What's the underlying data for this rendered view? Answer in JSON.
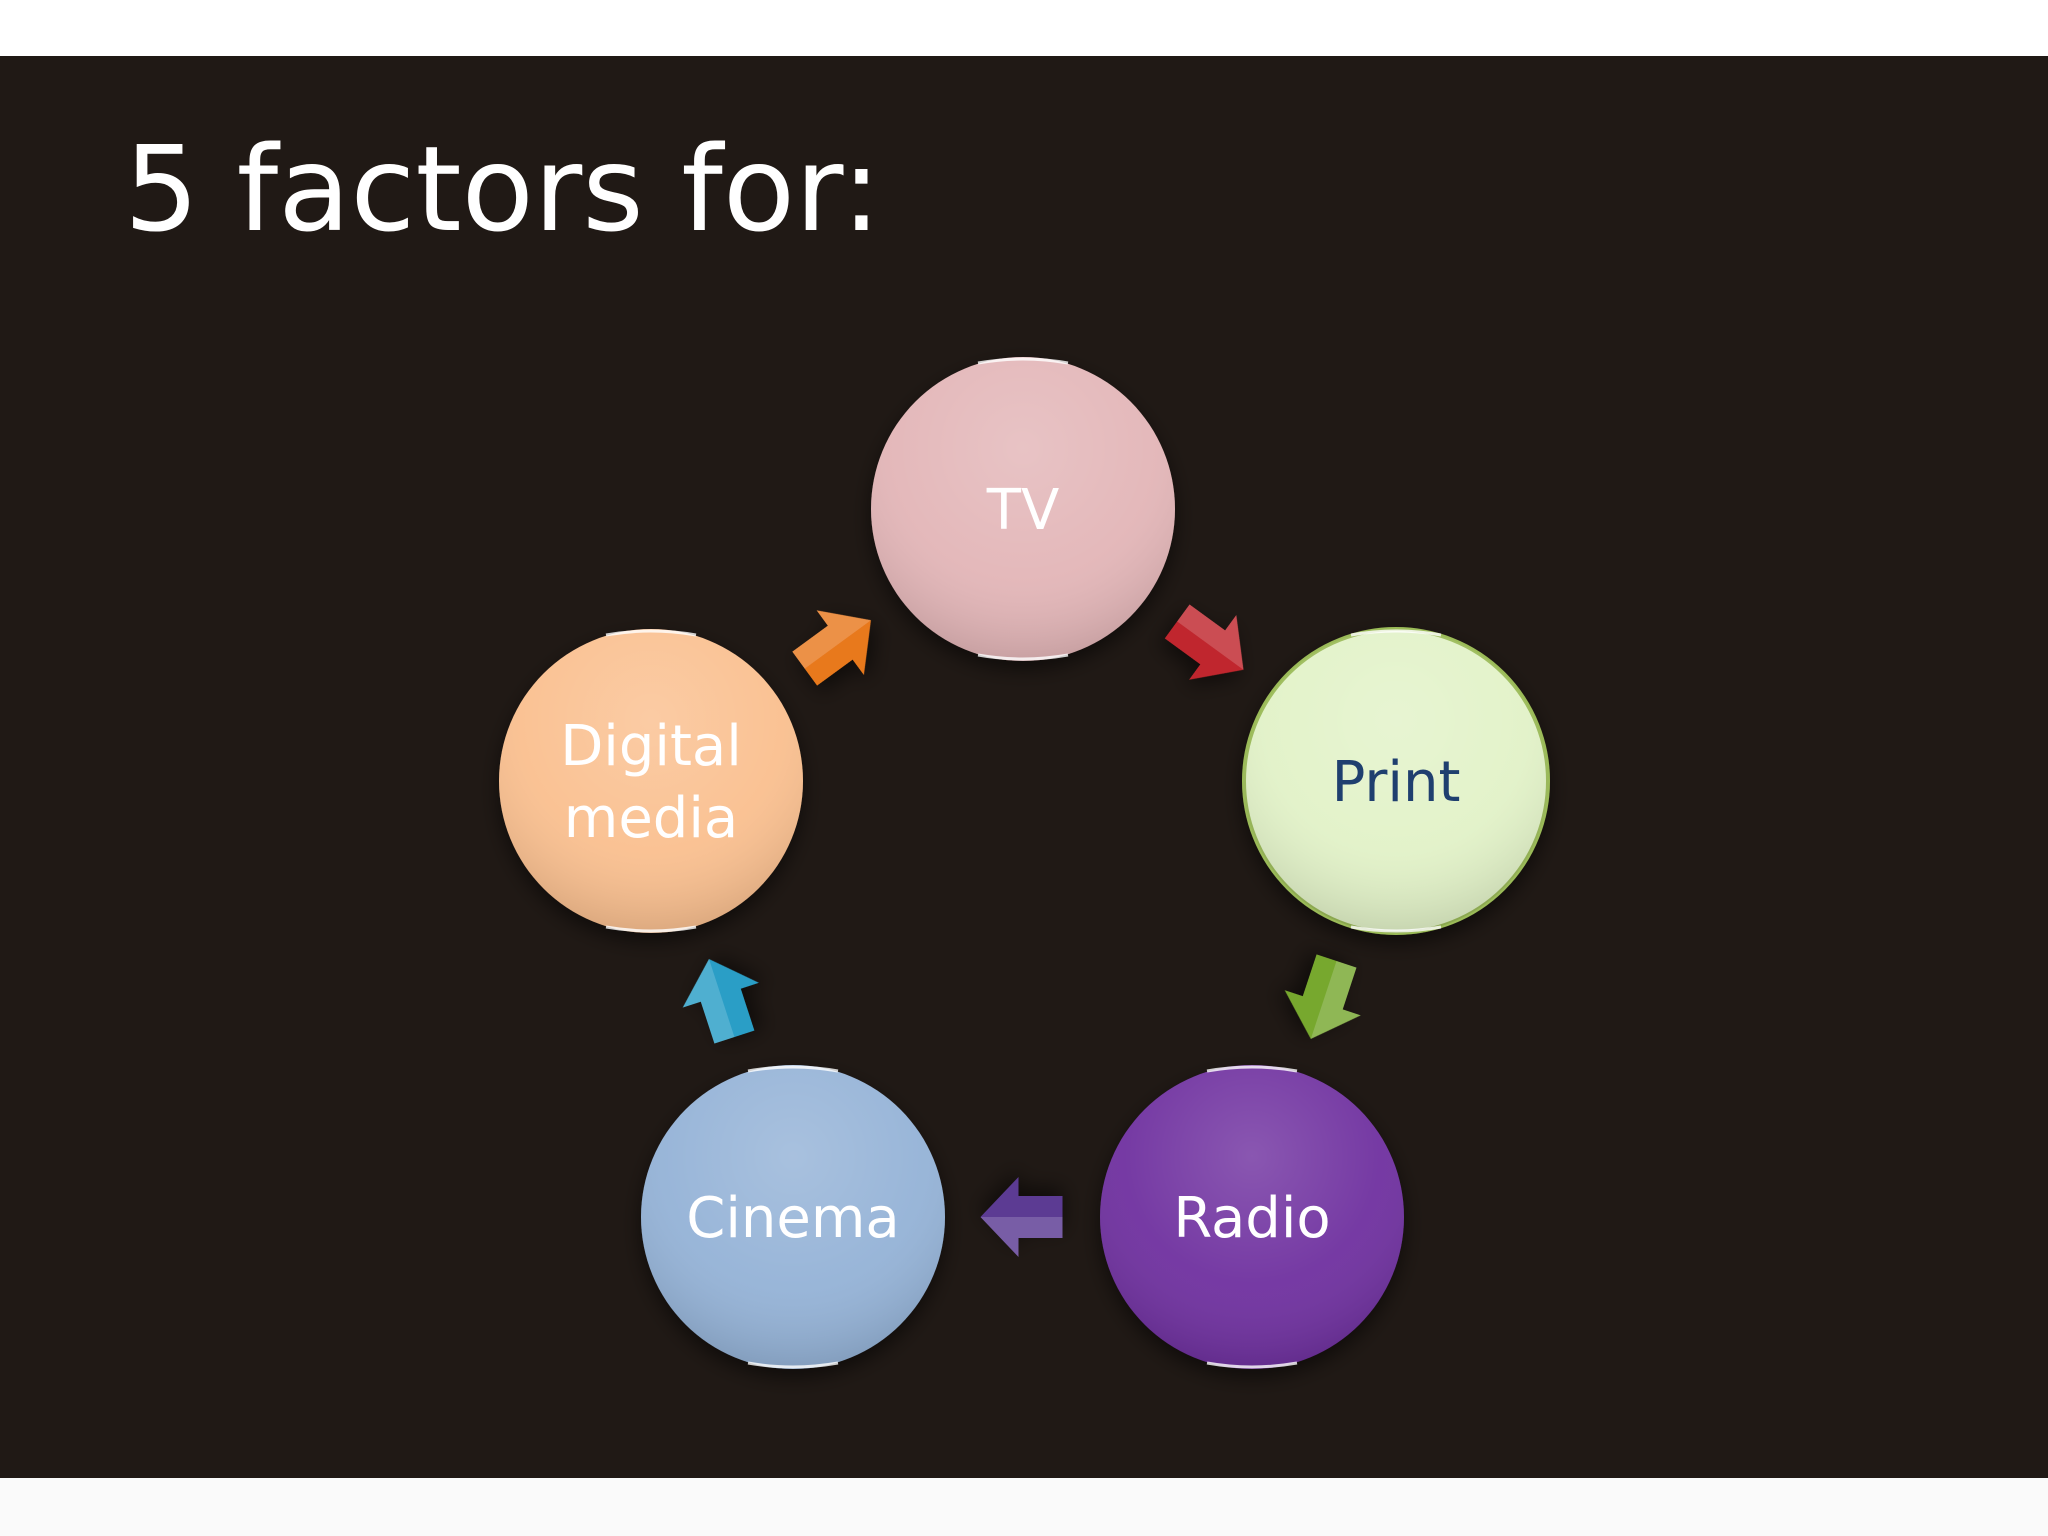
{
  "slide": {
    "title": "5 factors for:"
  },
  "cycle": {
    "nodes": [
      {
        "id": "tv",
        "lines": [
          "TV"
        ],
        "fill": "#e3b6b8",
        "text_color": "#ffffff"
      },
      {
        "id": "print",
        "lines": [
          "Print"
        ],
        "fill": "#e2f2c8",
        "text_color": "#1f3f6f",
        "stroke": "#9bbb59"
      },
      {
        "id": "radio",
        "lines": [
          "Radio"
        ],
        "fill": "#7030a0",
        "text_color": "#ffffff"
      },
      {
        "id": "cinema",
        "lines": [
          "Cinema"
        ],
        "fill": "#95b3d7",
        "text_color": "#ffffff"
      },
      {
        "id": "digital-media",
        "lines": [
          "Digital",
          "media"
        ],
        "fill": "#fac090",
        "text_color": "#ffffff"
      }
    ],
    "arrows": [
      {
        "from": "tv",
        "to": "print",
        "color": "#c0282d"
      },
      {
        "from": "print",
        "to": "radio",
        "color": "#77a82f"
      },
      {
        "from": "radio",
        "to": "cinema",
        "color": "#5b3a93"
      },
      {
        "from": "cinema",
        "to": "digital-media",
        "color": "#2a9ec6"
      },
      {
        "from": "digital-media",
        "to": "tv",
        "color": "#e8791e"
      }
    ]
  }
}
